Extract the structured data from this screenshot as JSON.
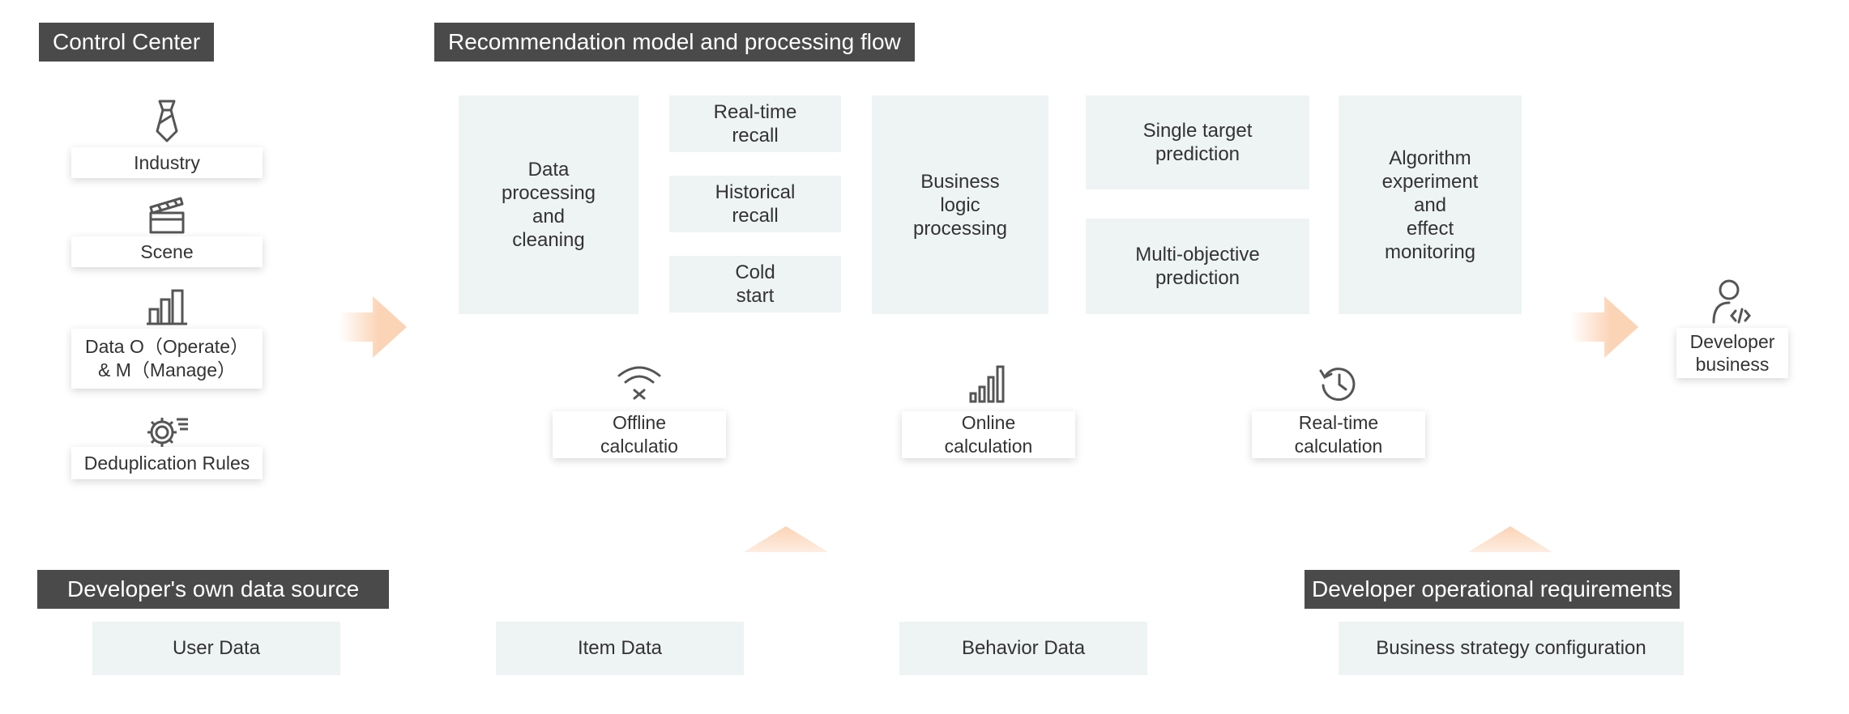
{
  "control_center": {
    "title": "Control Center",
    "items": [
      {
        "icon": "tie-icon",
        "label": "Industry"
      },
      {
        "icon": "clapperboard-icon",
        "label": "Scene"
      },
      {
        "icon": "bar-chart-icon",
        "label": "Data O（Operate）\n& M（Manage）"
      },
      {
        "icon": "gear-icon",
        "label": "Deduplication Rules"
      }
    ]
  },
  "flow": {
    "title": "Recommendation model and processing flow",
    "data_processing": "Data\nprocessing\nand\ncleaning",
    "recall": [
      "Real-time\nrecall",
      "Historical\nrecall",
      "Cold\nstart"
    ],
    "business_logic": "Business\nlogic\nprocessing",
    "predictions": [
      "Single target\nprediction",
      "Multi-objective\nprediction"
    ],
    "algorithm": "Algorithm\nexperiment\nand\neffect\nmonitoring",
    "calculations": [
      {
        "icon": "wifi-off-icon",
        "label": "Offline\ncalculatio"
      },
      {
        "icon": "signal-bars-icon",
        "label": "Online\ncalculation"
      },
      {
        "icon": "history-icon",
        "label": "Real-time\ncalculation"
      }
    ]
  },
  "developer_business": {
    "icon": "developer-icon",
    "label": "Developer\nbusiness"
  },
  "data_source": {
    "title": "Developer's own data source",
    "items": [
      "User Data",
      "Item Data",
      "Behavior Data"
    ]
  },
  "operational": {
    "title": "Developer operational requirements",
    "item": "Business strategy configuration"
  },
  "colors": {
    "tab_bg": "#4a4a4a",
    "box_bg": "#eef3f3",
    "arrow": "#fbd3b5",
    "icon": "#555555"
  }
}
